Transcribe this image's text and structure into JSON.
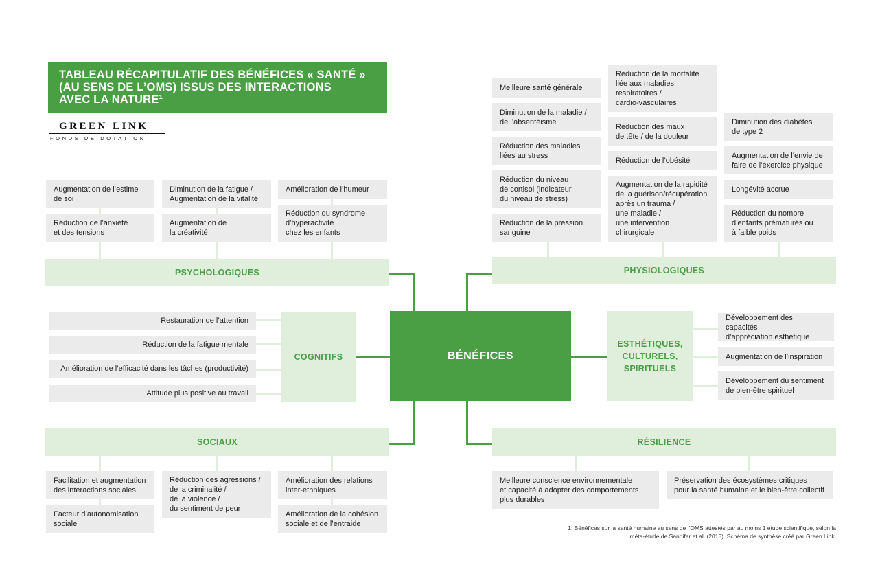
{
  "title": "TABLEAU RÉCAPITULATIF DES BÉNÉFICES « SANTÉ »\n(AU SENS DE L’OMS) ISSUS DES INTERACTIONS\nAVEC LA NATURE¹",
  "logo": {
    "name": "GREEN LINK",
    "sub": "FONDS DE DOTATION"
  },
  "center": "BÉNÉFICES",
  "categories": {
    "psychologiques": "PSYCHOLOGIQUES",
    "physiologiques": "PHYSIOLOGIQUES",
    "cognitifs": "COGNITIFS",
    "esthetiques": "ESTHÉTIQUES,\nCULTURELS,\nSPIRITUELS",
    "sociaux": "SOCIAUX",
    "resilience": "RÉSILIENCE"
  },
  "psychologiques": [
    "Augmentation de l’estime\nde soi",
    "Réduction de l’anxiété\net des tensions",
    "Diminution de la fatigue /\nAugmentation de la vitalité",
    "Augmentation de\nla créativité",
    "Amélioration de l’humeur",
    "Réduction du syndrome\nd’hyperactivité\nchez les enfants"
  ],
  "physiologiques": [
    "Meilleure santé générale",
    "Diminution de la maladie /\nde l’absentéisme",
    "Réduction des maladies\nliées au stress",
    "Réduction du niveau\nde cortisol (indicateur\ndu niveau de stress)",
    "Réduction de la pression\nsanguine",
    "Réduction de la mortalité\nliée aux maladies\nrespiratoires /\ncardio-vasculaires",
    "Réduction des maux\nde tête / de la douleur",
    "Réduction de l’obésité",
    "Augmentation de la rapidité\nde la guérison/récupération\naprès un trauma /\nune maladie /\nune intervention\nchirurgicale",
    "Diminution des diabètes\nde type 2",
    "Augmentation de l’envie de\nfaire de l’exercice physique",
    "Longévité accrue",
    "Réduction du nombre\nd’enfants prématurés ou\nà faible poids"
  ],
  "cognitifs": [
    "Restauration de l’attention",
    "Réduction de la fatigue mentale",
    "Amélioration de l’efficacité dans les tâches (productivité)",
    "Attitude plus positive au travail"
  ],
  "esthetiques": [
    "Développement des capacités\nd’appréciation esthétique",
    "Augmentation de l’inspiration",
    "Développement du sentiment\nde bien-être spirituel"
  ],
  "sociaux": [
    "Facilitation et augmentation\ndes interactions sociales",
    "Facteur d’autonomisation\nsociale",
    "Réduction des agressions /\nde la criminalité /\nde la violence /\ndu sentiment de peur",
    "Amélioration des relations\ninter-ethniques",
    "Amélioration de la cohésion\nsociale et de l’entraide"
  ],
  "resilience": [
    "Meilleure conscience environnementale\net capacité à adopter des comportements\nplus durables",
    "Préservation des écosystèmes critiques\npour la santé humaine et le bien-être collectif"
  ],
  "footnote": "1. Bénéfices sur la santé humaine au sens de l’OMS attestés par au moins 1 étude scientifique, selon la\nméta-étude de Sandifer et al. (2015). Schéma de synthèse créé par Green Link.",
  "colors": {
    "green": "#4a9f45",
    "light_green": "#e0eedc",
    "box_gray": "#ebebeb"
  }
}
